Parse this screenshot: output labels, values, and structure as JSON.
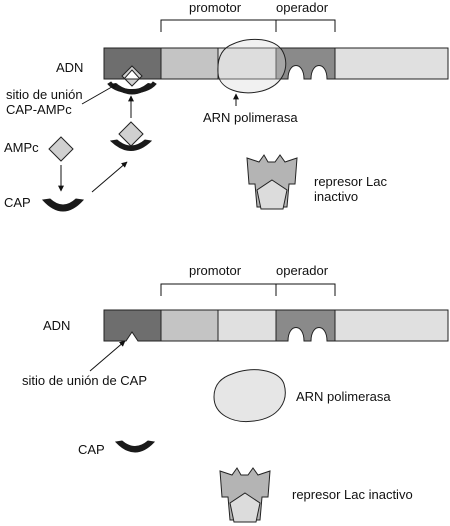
{
  "top_panel": {
    "label_promotor": "promotor",
    "label_operador": "operador",
    "label_adn": "ADN",
    "label_binding_site": [
      "sitio de unión",
      "CAP-AMPc"
    ],
    "label_polymerase": "ARN polimerasa",
    "label_ampc": "AMPc",
    "label_cap": "CAP",
    "label_repressor": [
      "represor Lac",
      "inactivo"
    ]
  },
  "bottom_panel": {
    "label_promotor": "promotor",
    "label_operador": "operador",
    "label_adn": "ADN",
    "label_binding_site": "sitio de unión de CAP",
    "label_polymerase": "ARN polimerasa",
    "label_cap": "CAP",
    "label_repressor": "represor Lac inactivo"
  },
  "colors": {
    "cap_site": "#6e6e6e",
    "promoter": "#c4c4c4",
    "promoter_light": "#e0e0e0",
    "operator": "#8a8a8a",
    "downstream": "#e0e0e0",
    "cap_protein": "#1a1a1a",
    "ampc": "#d0d0d0",
    "polymerase": "#e6e6e6",
    "repressor": "#b4b4b4",
    "repressor_core": "#dcdcdc"
  }
}
